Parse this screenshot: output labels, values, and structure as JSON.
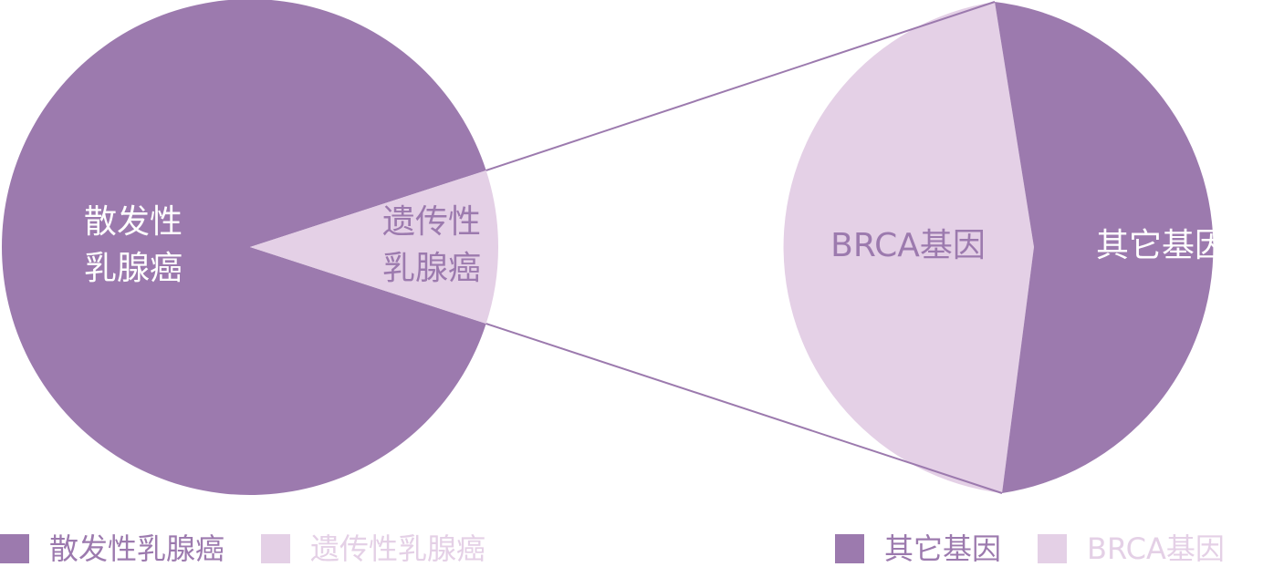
{
  "colors": {
    "dark": "#9c7aae",
    "light": "#e4d0e6",
    "connector": "#9c7aae",
    "light_text": "#9c7aae",
    "dark_text": "#ffffff",
    "legend_dark_text": "#9c7aae",
    "legend_light_text": "#e4d0e6"
  },
  "chart_data": [
    {
      "type": "pie",
      "labels": [
        "散发性乳腺癌",
        "遗传性乳腺癌"
      ],
      "slice_labels": [
        [
          "散发性",
          "乳腺癌"
        ],
        [
          "遗传性",
          "乳腺癌"
        ]
      ],
      "values": [
        90,
        10
      ],
      "colors": [
        "#9c7aae",
        "#e4d0e6"
      ],
      "legend": [
        "散发性乳腺癌",
        "遗传性乳腺癌"
      ],
      "legend_position": "bottom-left"
    },
    {
      "type": "pie",
      "labels": [
        "BRCA基因",
        "其它基因"
      ],
      "values": [
        50,
        50
      ],
      "colors": [
        "#e4d0e6",
        "#9c7aae"
      ],
      "legend": [
        "其它基因",
        "BRCA基因"
      ],
      "legend_position": "bottom-right"
    }
  ]
}
